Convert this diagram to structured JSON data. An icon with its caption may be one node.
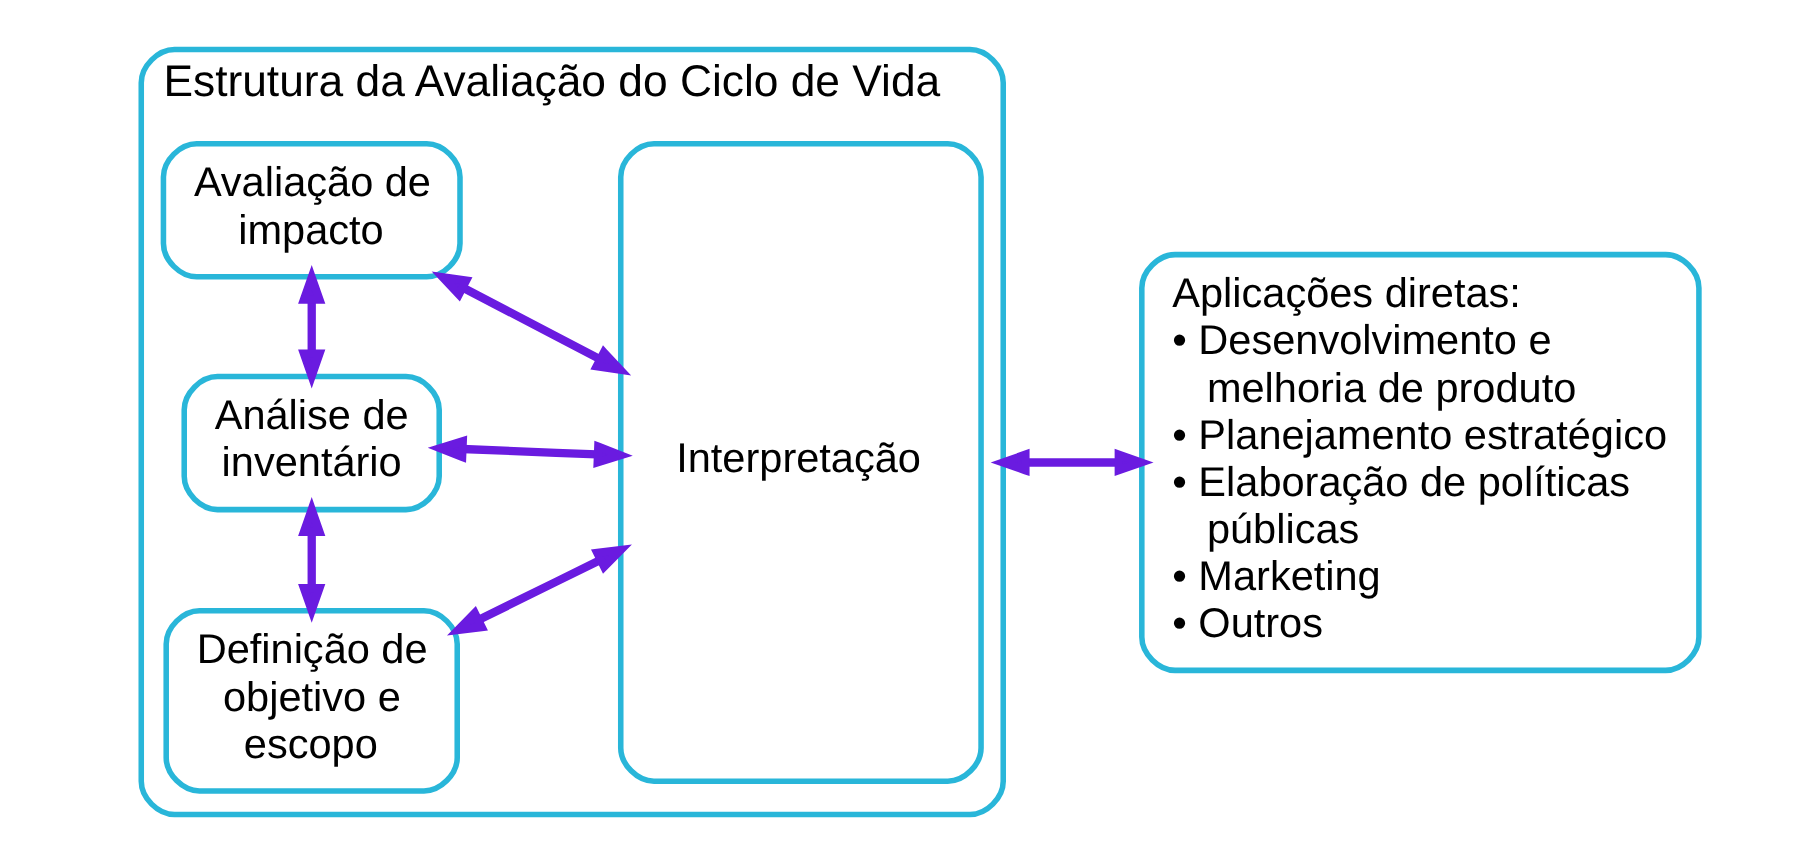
{
  "diagram": {
    "nodes": [
      {
        "text": [
          "Estrutura da Avaliação do Ciclo de Vida"
        ]
      },
      {
        "text": [
          "Definição de objetivo e escopo"
        ],
        "in": 0
      },
      {
        "text": [
          "Análise de inventário"
        ],
        "in": 0
      },
      {
        "text": [
          "Avaliação de impacto"
        ],
        "in": 0
      },
      {
        "text": [
          "Interpretação"
        ],
        "in": 0
      },
      {
        "text": [
          "Aplicações diretas:",
          "• Desenvolvimento e melhoria de produto",
          "• Planejamento estratégico",
          "• Elaboração de políticas públicas",
          "• Marketing",
          "• Outros"
        ]
      }
    ],
    "edges": [
      {
        "from": 1,
        "to": 4,
        "arrow": "both"
      },
      {
        "from": 1,
        "to": 2,
        "arrow": "both"
      },
      {
        "from": 2,
        "to": 4,
        "arrow": "both"
      },
      {
        "from": 2,
        "to": 3,
        "arrow": "both"
      },
      {
        "from": 3,
        "to": 4,
        "arrow": "both"
      },
      {
        "from": 0,
        "to": 5,
        "arrow": "both"
      }
    ]
  }
}
